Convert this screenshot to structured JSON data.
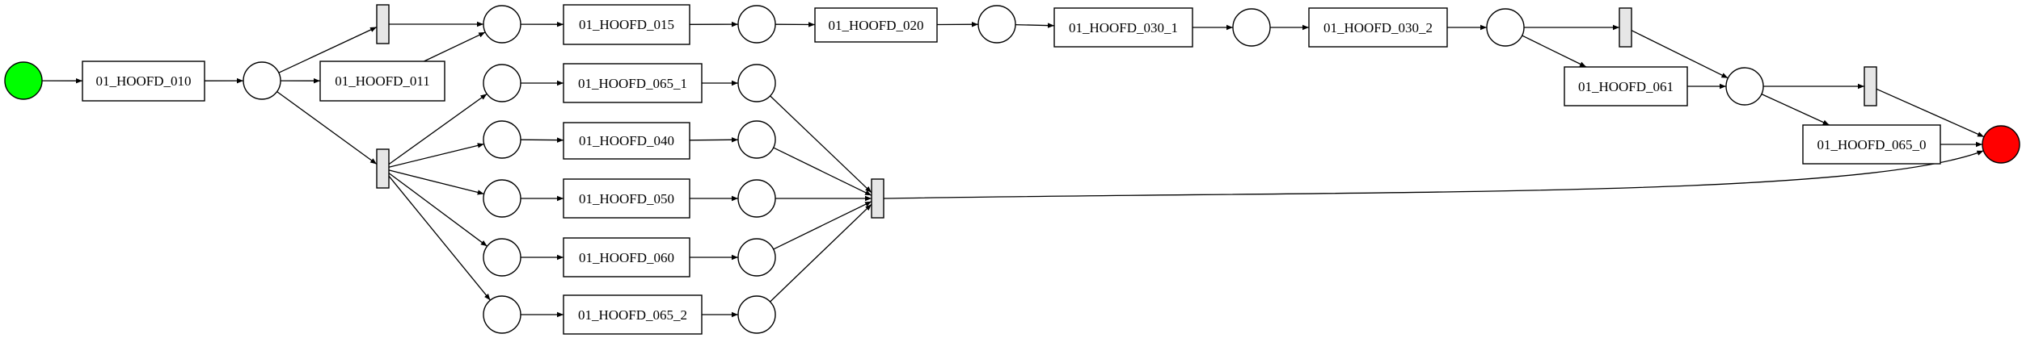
{
  "diagram": {
    "type": "petri-net",
    "colors": {
      "start_place": "#00ff00",
      "end_place": "#ff0000",
      "silent_transition": "#e6e6e6"
    },
    "transitions": [
      {
        "id": "t010",
        "label": "01_HOOFD_010"
      },
      {
        "id": "t011",
        "label": "01_HOOFD_011"
      },
      {
        "id": "t015",
        "label": "01_HOOFD_015"
      },
      {
        "id": "t020",
        "label": "01_HOOFD_020"
      },
      {
        "id": "t030_1",
        "label": "01_HOOFD_030_1"
      },
      {
        "id": "t030_2",
        "label": "01_HOOFD_030_2"
      },
      {
        "id": "t061",
        "label": "01_HOOFD_061"
      },
      {
        "id": "t065_0",
        "label": "01_HOOFD_065_0"
      },
      {
        "id": "t065_1",
        "label": "01_HOOFD_065_1"
      },
      {
        "id": "t040",
        "label": "01_HOOFD_040"
      },
      {
        "id": "t050",
        "label": "01_HOOFD_050"
      },
      {
        "id": "t060",
        "label": "01_HOOFD_060"
      },
      {
        "id": "t065_2",
        "label": "01_HOOFD_065_2"
      }
    ],
    "silent_transitions": [
      "s1",
      "s2",
      "s3",
      "s4",
      "s5"
    ],
    "places": [
      "start",
      "p1",
      "pa",
      "pb",
      "pc",
      "pd",
      "pe",
      "pf",
      "pg",
      "pc1",
      "pc2",
      "pc3",
      "pc4",
      "pc5",
      "pd1",
      "pd2",
      "pd3",
      "pd4",
      "pd5",
      "end"
    ],
    "arcs": [
      [
        "start",
        "t010"
      ],
      [
        "t010",
        "p1"
      ],
      [
        "p1",
        "s1"
      ],
      [
        "p1",
        "t011"
      ],
      [
        "p1",
        "s2"
      ],
      [
        "s1",
        "pa"
      ],
      [
        "t011",
        "pa"
      ],
      [
        "pa",
        "t015"
      ],
      [
        "t015",
        "pb"
      ],
      [
        "pb",
        "t020"
      ],
      [
        "t020",
        "pc"
      ],
      [
        "pc",
        "t030_1"
      ],
      [
        "t030_1",
        "pd"
      ],
      [
        "pd",
        "t030_2"
      ],
      [
        "t030_2",
        "pe"
      ],
      [
        "pe",
        "s3"
      ],
      [
        "pe",
        "t061"
      ],
      [
        "s3",
        "pf"
      ],
      [
        "t061",
        "pf"
      ],
      [
        "pf",
        "s4"
      ],
      [
        "pf",
        "t065_0"
      ],
      [
        "s4",
        "end"
      ],
      [
        "t065_0",
        "end"
      ],
      [
        "s2",
        "pc1"
      ],
      [
        "s2",
        "pc2"
      ],
      [
        "s2",
        "pc3"
      ],
      [
        "s2",
        "pc4"
      ],
      [
        "s2",
        "pc5"
      ],
      [
        "pc1",
        "t065_1"
      ],
      [
        "pc2",
        "t040"
      ],
      [
        "pc3",
        "t050"
      ],
      [
        "pc4",
        "t060"
      ],
      [
        "pc5",
        "t065_2"
      ],
      [
        "t065_1",
        "pd1"
      ],
      [
        "t040",
        "pd2"
      ],
      [
        "t050",
        "pd3"
      ],
      [
        "t060",
        "pd4"
      ],
      [
        "t065_2",
        "pd5"
      ],
      [
        "pd1",
        "s5"
      ],
      [
        "pd2",
        "s5"
      ],
      [
        "pd3",
        "s5"
      ],
      [
        "pd4",
        "s5"
      ],
      [
        "pd5",
        "s5"
      ],
      [
        "s5",
        "end"
      ]
    ]
  }
}
